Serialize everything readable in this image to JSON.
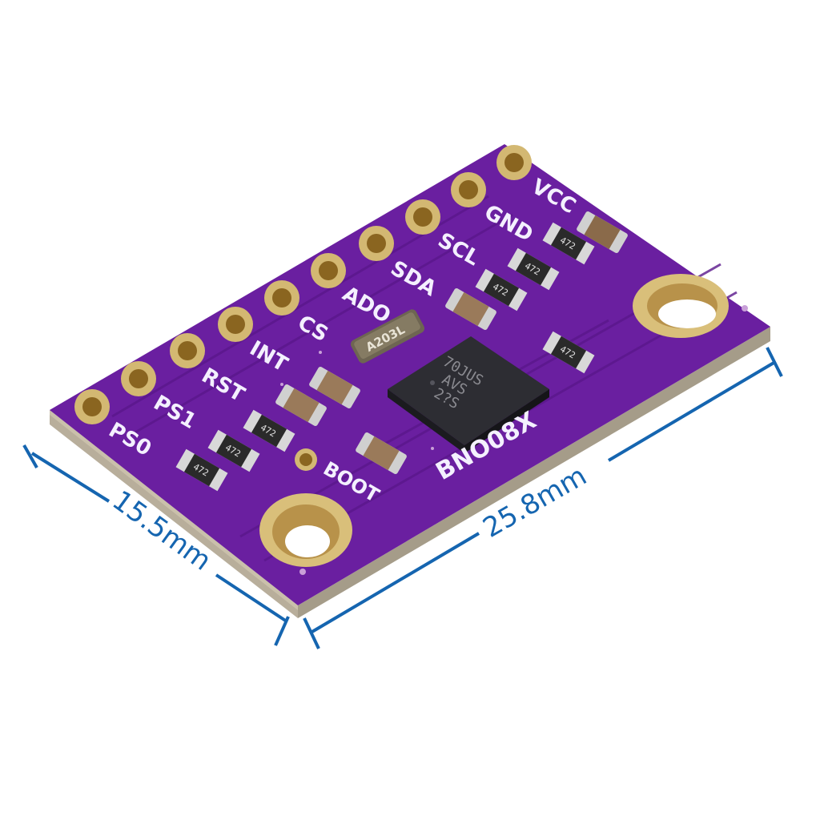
{
  "product": {
    "board_name": "BNO08X",
    "colors": {
      "pcb": "#6a1fa0",
      "pcb_dark": "#4e1478",
      "pcb_edge": "#b7ad9a",
      "gold": "#c9a85a",
      "gold_inner": "#8a6520",
      "silkscreen": "#f4f0ff",
      "dimension_line": "#1565b0",
      "chip": "#26262a"
    }
  },
  "pins": [
    {
      "label": "VCC"
    },
    {
      "label": "GND"
    },
    {
      "label": "SCL"
    },
    {
      "label": "SDA"
    },
    {
      "label": "ADO"
    },
    {
      "label": "CS"
    },
    {
      "label": "INT"
    },
    {
      "label": "RST"
    },
    {
      "label": "PS1"
    },
    {
      "label": "PS0"
    }
  ],
  "boot_pad": {
    "label": "BOOT"
  },
  "chip": {
    "marking_lines": [
      "70JUS",
      "AVS",
      "2?S"
    ]
  },
  "crystal": {
    "marking": "A203L"
  },
  "resistors": [
    {
      "marking": "472"
    },
    {
      "marking": "472"
    },
    {
      "marking": "472"
    },
    {
      "marking": "472"
    },
    {
      "marking": "472"
    },
    {
      "marking": "472"
    },
    {
      "marking": "472"
    }
  ],
  "dimensions": {
    "width": "15.5mm",
    "length": "25.8mm"
  }
}
